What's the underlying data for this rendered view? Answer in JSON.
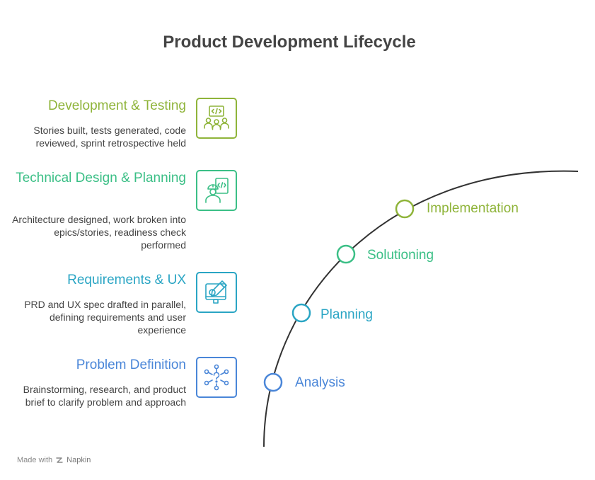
{
  "title": "Product Development Lifecycle",
  "colors": {
    "development": "#8fb43a",
    "technical": "#3bbf86",
    "requirements": "#2aa5c4",
    "problem": "#4a86d8",
    "arc": "#333333"
  },
  "steps": [
    {
      "heading": "Development & Testing",
      "description": "Stories built, tests generated, code reviewed, sprint retrospective held",
      "icon": "team-code-icon"
    },
    {
      "heading": "Technical Design & Planning",
      "description": "Architecture designed, work broken into epics/stories, readiness check performed",
      "icon": "engineer-code-icon"
    },
    {
      "heading": "Requirements & UX",
      "description": "PRD and UX spec drafted in parallel, defining requirements and user experience",
      "icon": "design-tablet-icon"
    },
    {
      "heading": "Problem Definition",
      "description": "Brainstorming, research, and product brief to clarify problem and approach",
      "icon": "network-question-icon"
    }
  ],
  "phases": [
    {
      "label": "Implementation"
    },
    {
      "label": "Solutioning"
    },
    {
      "label": "Planning"
    },
    {
      "label": "Analysis"
    }
  ],
  "footer": {
    "made_with": "Made with",
    "brand": "Napkin",
    "icon": "napkin-logo-icon"
  }
}
